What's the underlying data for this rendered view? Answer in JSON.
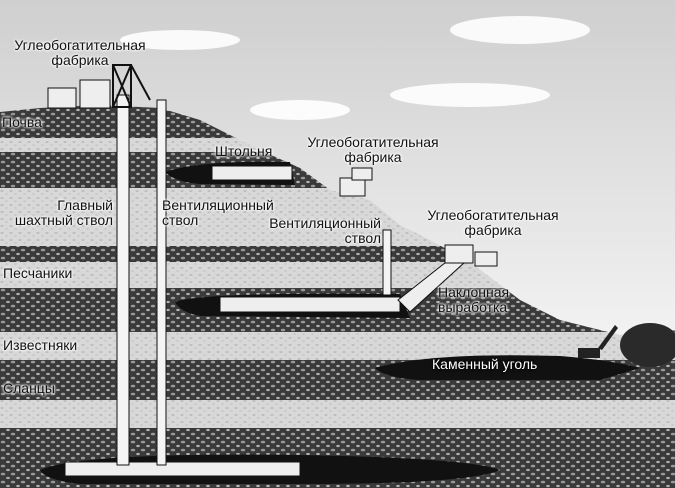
{
  "labels": {
    "plant_1": "Углеобогатительная фабрика",
    "plant_1_l1": "Углеобогатительная",
    "plant_1_l2": "фабрика",
    "plant_2_l1": "Углеобогатительная",
    "plant_2_l2": "фабрика",
    "plant_3_l1": "Углеобогатительная",
    "plant_3_l2": "фабрика",
    "soil": "Почва",
    "adit": "Штольня",
    "main_shaft_l1": "Главный",
    "main_shaft_l2": "шахтный ствол",
    "vent_shaft_1_l1": "Вентиляционный",
    "vent_shaft_1_l2": "ствол",
    "vent_shaft_2_l1": "Вентиляционный",
    "vent_shaft_2_l2": "ствол",
    "sandstone": "Песчаники",
    "inclined_l1": "Наклонная",
    "inclined_l2": "выработка",
    "limestone": "Известняки",
    "coal": "Каменный уголь",
    "shale": "Сланцы"
  }
}
